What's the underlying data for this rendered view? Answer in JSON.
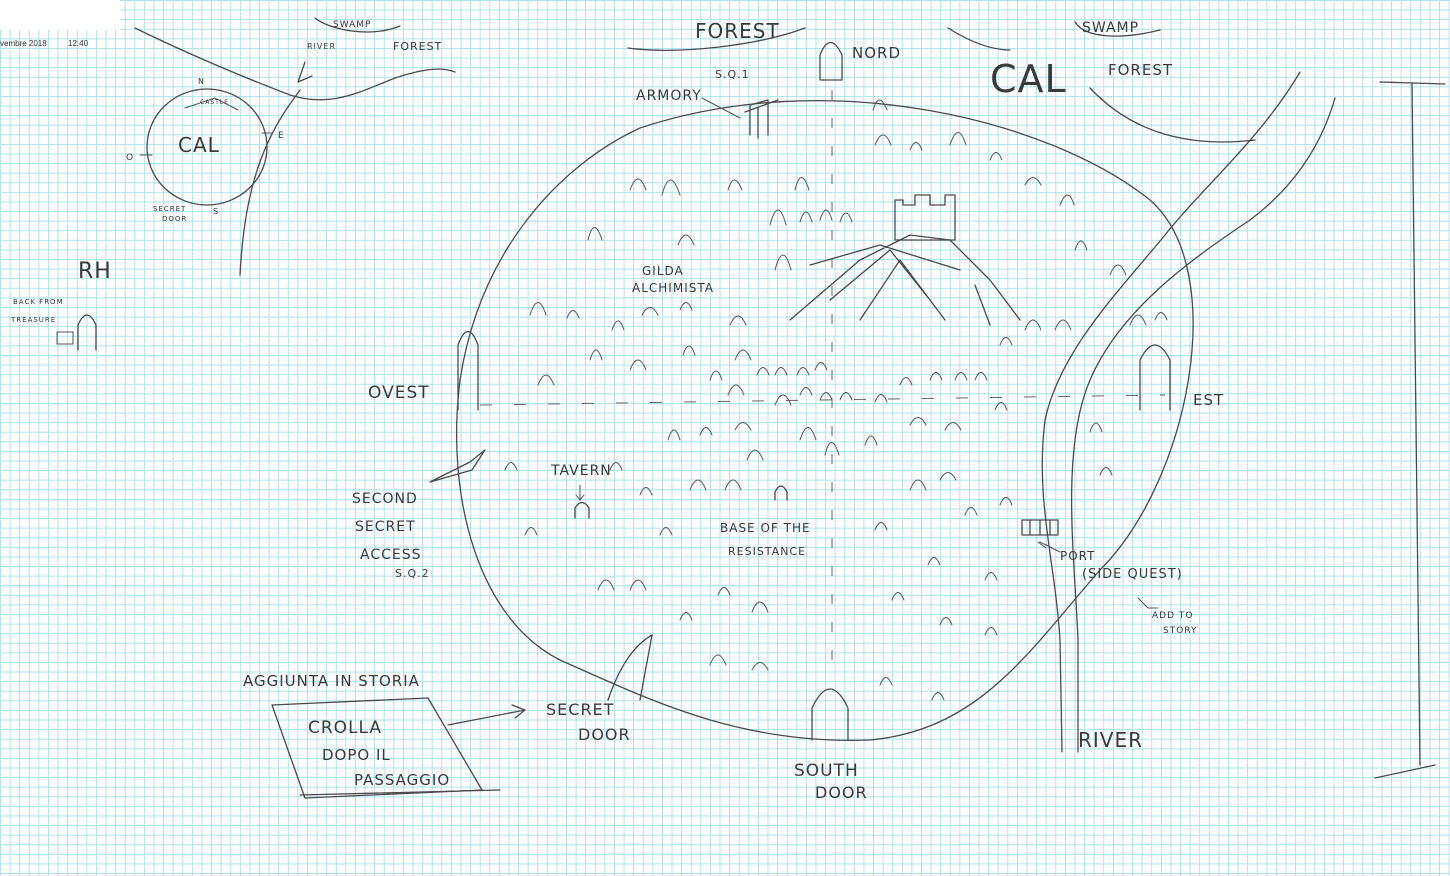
{
  "header": {
    "date": "vembre 2018",
    "time": "12:40"
  },
  "mini_map": {
    "city": "CAL",
    "north": "N",
    "east": "E",
    "west": "O",
    "south": "S",
    "castle": "CASTLE",
    "secret_door": [
      "SECRET",
      "DOOR"
    ],
    "swamp": "SWAMP",
    "river": "RIVER",
    "forest": "FOREST"
  },
  "rh": {
    "label": "RH",
    "back_from": [
      "BACK FROM",
      "TREASURE"
    ]
  },
  "main_map": {
    "forest_top": "FOREST",
    "nord": "NORD",
    "cal": "CAL",
    "swamp": "SWAMP",
    "forest_right": "FOREST",
    "armory": "ARMORY",
    "sq1": "S.Q.1",
    "gilda": [
      "GILDA",
      "ALCHIMISTA"
    ],
    "ovest": "OVEST",
    "est": "EST",
    "tavern": "TAVERN",
    "second_secret": [
      "SECOND",
      "SECRET",
      "ACCESS",
      "S.Q.2"
    ],
    "base": [
      "BASE OF THE",
      "RESISTANCE"
    ],
    "port": "PORT",
    "side_quest": "(SIDE QUEST)",
    "add_to_story": [
      "ADD TO",
      "STORY"
    ],
    "aggiunta": "AGGIUNTA IN STORIA",
    "crolla": [
      "CROLLA",
      "DOPO IL",
      "PASSAGGIO"
    ],
    "secret_door": [
      "SECRET",
      "DOOR"
    ],
    "south_door": [
      "SOUTH",
      "DOOR"
    ],
    "river": "RIVER"
  }
}
